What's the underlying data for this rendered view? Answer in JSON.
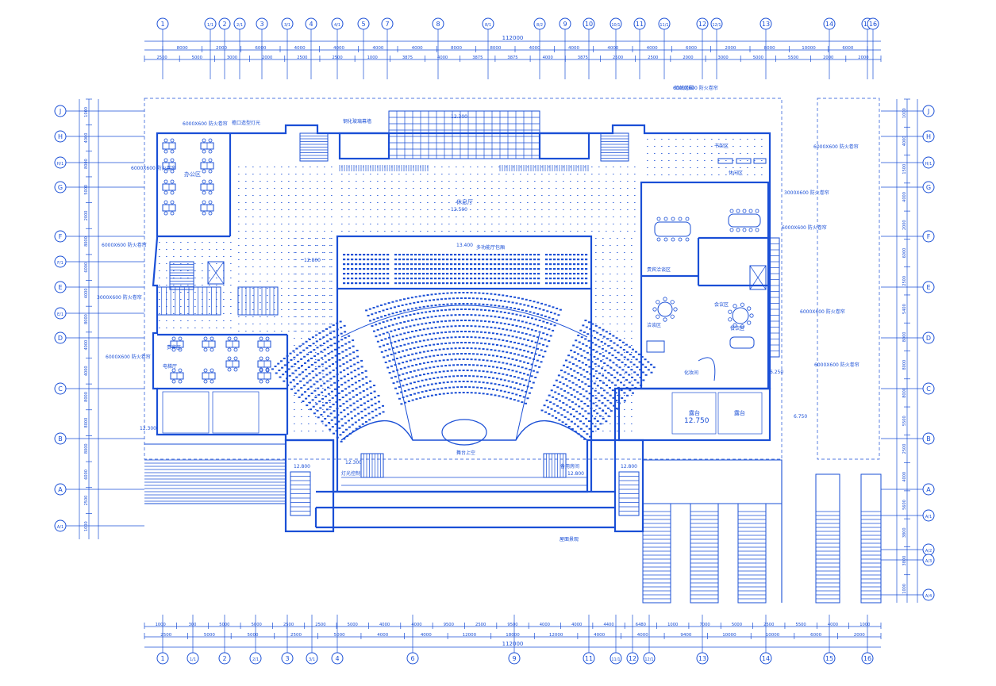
{
  "grid_top": [
    "1",
    "1/1",
    "2",
    "2/1",
    "3",
    "3/1",
    "4",
    "4/1",
    "5",
    "7",
    "8",
    "8/1",
    "8/2",
    "9",
    "10",
    "10/1",
    "11",
    "11/1",
    "12",
    "12/1",
    "13",
    "14",
    "15",
    "16"
  ],
  "grid_bottom": [
    "1",
    "1/1",
    "2",
    "2/1",
    "3",
    "3/1",
    "4",
    "6",
    "9",
    "11",
    "11/1",
    "12",
    "12/1",
    "13",
    "14",
    "15",
    "16"
  ],
  "grid_rows": [
    "J",
    "H",
    "H/1",
    "G",
    "F",
    "F/1",
    "E",
    "E/1",
    "D",
    "C",
    "B",
    "A",
    "A/1"
  ],
  "grid_rows_right": [
    "J",
    "H",
    "H/1",
    "G",
    "F",
    "E",
    "D",
    "C",
    "B",
    "A",
    "A/1",
    "A/2",
    "A/3",
    "A/4"
  ],
  "dims_top_total": "112000",
  "dims_top_row2": [
    "8000",
    "2000",
    "6000",
    "4000",
    "4000",
    "4000",
    "4000",
    "8000",
    "8000",
    "4000",
    "4000",
    "4000",
    "4000",
    "6000",
    "2000",
    "8000",
    "10000",
    "6000"
  ],
  "dims_top_row3": [
    "2500",
    "5000",
    "3000",
    "2000",
    "2500",
    "2500",
    "1000",
    "3875",
    "4000",
    "3875",
    "3875",
    "4000",
    "3875",
    "2500",
    "2500",
    "2000",
    "3000",
    "5000",
    "5500",
    "2000",
    "2000"
  ],
  "dims_bottom_total": "112000",
  "dims_bottom_row1": [
    "1000",
    "300",
    "5000",
    "5000",
    "2500",
    "2500",
    "5000",
    "4000",
    "4000",
    "9500",
    "2500",
    "9500",
    "4000",
    "4000",
    "4400",
    "6480",
    "1000",
    "7000",
    "5000",
    "2500",
    "5500",
    "4000",
    "1000"
  ],
  "dims_bottom_row2": [
    "2500",
    "5000",
    "5000",
    "2500",
    "5000",
    "4000",
    "4000",
    "12000",
    "18000",
    "12000",
    "4000",
    "4000",
    "9400",
    "10000",
    "10000",
    "6000",
    "2000"
  ],
  "dims_left": [
    "1000",
    "4000",
    "8000",
    "5000",
    "2000",
    "8000",
    "6000",
    "4000",
    "8000",
    "4000",
    "4000",
    "8000",
    "8000",
    "8000",
    "6000",
    "2500",
    "1000"
  ],
  "dims_right": [
    "1000",
    "4000",
    "1500",
    "4000",
    "2000",
    "6000",
    "2500",
    "5400",
    "8000",
    "8000",
    "8000",
    "5500",
    "2500",
    "4000",
    "5600",
    "3800",
    "3800",
    "1000"
  ],
  "room_labels": {
    "office": "办公区",
    "rest_hall": "休息厅",
    "multi_hall": "多功能厅包厢",
    "stage": "舞台上空",
    "equipment_room": "备用房间",
    "negotiation": "贵宾洽谈区",
    "meeting": "会议区",
    "reception": "洽谈区",
    "terrace1": "露台",
    "terrace2": "露台",
    "lobby_left": "贵宾区",
    "elev_hall": "电梯厅",
    "changing": "化妆间",
    "leisure": "休闲区",
    "book": "书架区",
    "dining": "餐饮区",
    "control": "灯光控制",
    "edge_note": "屋面景观",
    "roof_note": "檐口造型灯光",
    "top_note": "钢化玻璃幕墙",
    "right_note": "红线范围"
  },
  "elevations": {
    "e1": "12.300",
    "e2": "13.400",
    "e3": "12.500",
    "e4": "12.800",
    "e5": "12.800",
    "e6": "12.750",
    "e7": "12.800",
    "e8": "12.300",
    "e9": "12.800",
    "e10": "6.750",
    "e11": "12.300",
    "e12": "6.250"
  },
  "callouts": {
    "c1": "6000X600 防火卷帘",
    "c2": "6000X600 防火卷帘",
    "c3": "6000X600 防火卷帘",
    "c4": "3000X600 防火卷帘",
    "c5": "3000X600 防火卷帘",
    "c6": "6000X600 防火卷帘",
    "c7": "6000X600 防火卷帘",
    "c8": "6000X600 防火卷帘",
    "c9": "6000X600 防火卷帘",
    "c10": "6000X600 防火卷帘",
    "c11": "6000X600 防火卷帘"
  },
  "icons": {
    "grid_bubble": "circle-axis-marker",
    "stair": "stair-icon",
    "elevator": "elevator-icon"
  },
  "colors": {
    "line": "#1a4fd6",
    "bg": "#ffffff"
  }
}
